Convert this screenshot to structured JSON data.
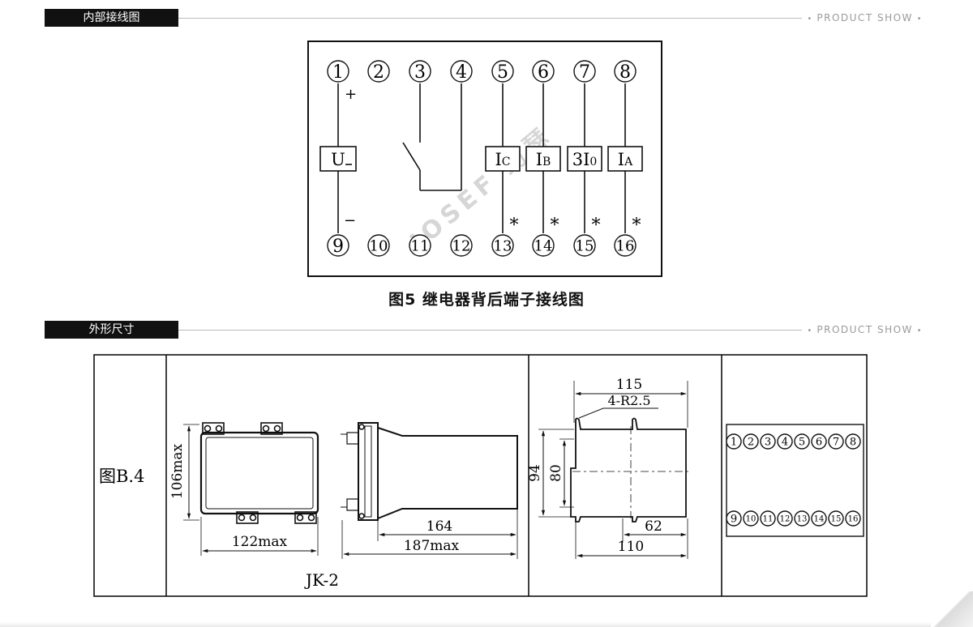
{
  "sections": {
    "wiring": {
      "label": "内部接线图",
      "tag": "PRODUCT SHOW"
    },
    "dimensions": {
      "label": "外形尺寸",
      "tag": "PRODUCT SHOW"
    }
  },
  "wiring_diagram": {
    "top_terminals": [
      "1",
      "2",
      "3",
      "4",
      "5",
      "6",
      "7",
      "8"
    ],
    "bottom_terminals": [
      "9",
      "10",
      "11",
      "12",
      "13",
      "14",
      "15",
      "16"
    ],
    "plus_sign": "+",
    "minus_sign": "−",
    "voltage_box": "U",
    "current_boxes": [
      {
        "main": "I",
        "sub": "C"
      },
      {
        "main": "I",
        "sub": "B"
      },
      {
        "main": "3I",
        "sub": "0"
      },
      {
        "main": "I",
        "sub": "A"
      }
    ],
    "polarity_mark": "*",
    "watermark": "JOSEF 约瑟",
    "caption": "图5  继电器背后端子接线图"
  },
  "dimension_drawing": {
    "figure_label": "图B.4",
    "model": "JK-2",
    "front_view": {
      "height": "106max",
      "width": "122max"
    },
    "side_view": {
      "body_length": "164",
      "total_length": "187max"
    },
    "cutout": {
      "top": "115",
      "radius": "4-R2.5",
      "outer_height": "94",
      "inner_height": "80",
      "bottom_inner": "62",
      "bottom": "110"
    },
    "terminal_view": {
      "top_row": [
        "1",
        "2",
        "3",
        "4",
        "5",
        "6",
        "7",
        "8"
      ],
      "bottom_row": [
        "9",
        "10",
        "11",
        "12",
        "13",
        "14",
        "15",
        "16"
      ]
    }
  }
}
